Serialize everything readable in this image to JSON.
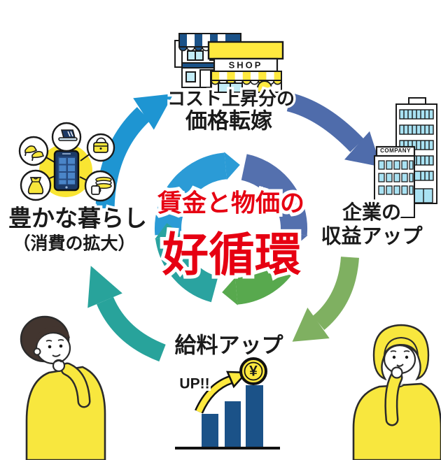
{
  "page": {
    "title_implicit": "賃金と物価の好循環"
  },
  "center": {
    "line1": "賃金と物価の",
    "line2": "好循環"
  },
  "nodes": {
    "top": {
      "line1": "コスト上昇分の",
      "line2": "価格転嫁"
    },
    "right": {
      "line1": "企業の",
      "line2": "収益アップ"
    },
    "bottom": {
      "line1": "給料アップ"
    },
    "left": {
      "line1": "豊かな暮らし",
      "line2": "（消費の拡大）"
    }
  },
  "illustrations": {
    "shop_sign": "SHOP",
    "company_sign": "COMPANY",
    "chart_up_label": "UP!!",
    "coin_symbol": "¥",
    "icons": [
      "shop-icon",
      "company-building-icon",
      "bar-chart-up-icon",
      "yen-coin-icon",
      "smartphone-shopping-icon",
      "laptop-icon",
      "shoes-icon",
      "handbag-icon",
      "dress-icon",
      "dishes-icon",
      "thinking-man-illustration",
      "thinking-woman-illustration"
    ]
  },
  "colors": {
    "accent_red": "#e60012",
    "arrow_light_blue": "#1e95d2",
    "arrow_slate_blue": "#4f6cab",
    "arrow_green": "#7fb061",
    "arrow_teal": "#28a39b",
    "ring_light_blue": "#2b9bd6",
    "ring_slate_blue": "#5470ae",
    "ring_green": "#58a94e",
    "ring_teal": "#2aa3a0",
    "bar_navy": "#1b5288",
    "highlight_yellow": "#ffe93f",
    "window_cyan": "#c3ecf6",
    "text_black": "#1a1a1a"
  }
}
